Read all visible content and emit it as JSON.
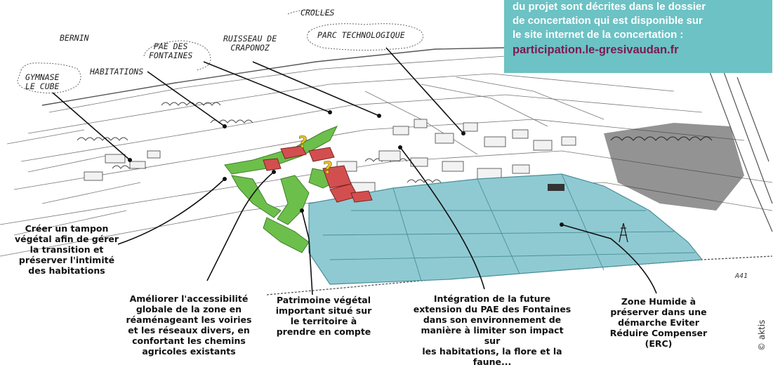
{
  "info_box": {
    "lines": [
      "du projet sont décrites dans le dossier",
      "de concertation qui est disponible sur",
      "le site internet de la concertation :"
    ],
    "link": "participation.le-gresivaudan.fr",
    "background": "#6cc2c4",
    "text_color": "#ffffff",
    "link_color": "#7a1b52"
  },
  "place_labels": {
    "crolles": "CROLLES",
    "parc": "PARC TECHNOLOGIQUE",
    "bernin": "BERNIN",
    "ruisseau_1": "RUISSEAU DE",
    "ruisseau_2": "CRAPONOZ",
    "pae_1": "PAE DES",
    "pae_2": "FONTAINES",
    "habitations": "HABITATIONS",
    "gymnase_1": "GYMNASE",
    "gymnase_2": "LE CUBE"
  },
  "captions": {
    "tampon": [
      "Créer un tampon",
      "végétal afin de gérer",
      "la transition et",
      "préserver l'intimité",
      "des habitations"
    ],
    "accessibilite": [
      "Améliorer l'accessibilité",
      "globale de la zone en",
      "réaménageant les voiries",
      "et les réseaux divers, en",
      "confortant les chemins",
      "agricoles existants"
    ],
    "patrimoine": [
      "Patrimoine végétal",
      "important situé sur",
      "le territoire à",
      "prendre en compte"
    ],
    "integration": [
      "Intégration de la future",
      "extension du PAE des Fontaines",
      "dans son environnement de",
      "manière à limiter son impact sur",
      "les habitations, la flore et la",
      "faune..."
    ],
    "zone_humide": [
      "Zone Humide à",
      "préserver dans une",
      "démarche Eviter",
      "Réduire Compenser",
      "(ERC)"
    ]
  },
  "credit": "© aktis",
  "sketch_signature": "A41",
  "colors": {
    "wetland": "#8fcad2",
    "vegetation": "#6dbf4b",
    "buildings": "#d34f4f",
    "question_marks": "#e6c52a"
  }
}
